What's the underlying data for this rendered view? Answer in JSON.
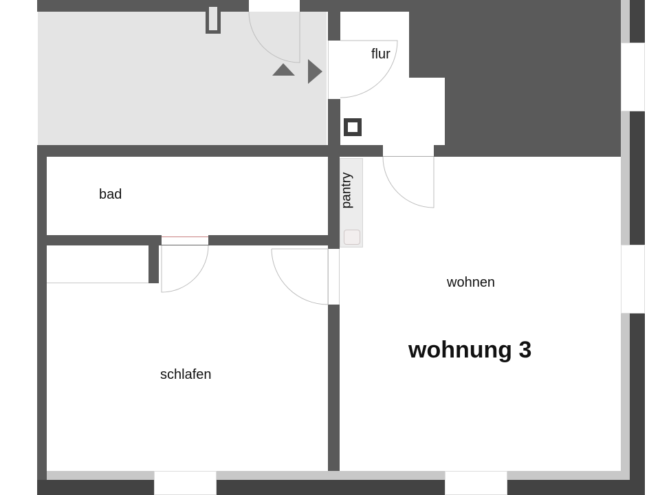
{
  "plan": {
    "title": "wohnung 3",
    "rooms": {
      "flur": "flur",
      "bad": "bad",
      "pantry": "pantry",
      "wohnen": "wohnen",
      "schlafen": "schlafen"
    }
  },
  "colors": {
    "wall": "#5a5a5a",
    "outer_wall": "#434343",
    "corridor_fill": "#e4e4e4",
    "shade": "#c8c8c8",
    "door_swing": "#bdbdbd",
    "door_sill_accent": "#c98080",
    "arrow": "#6a6a6a"
  }
}
